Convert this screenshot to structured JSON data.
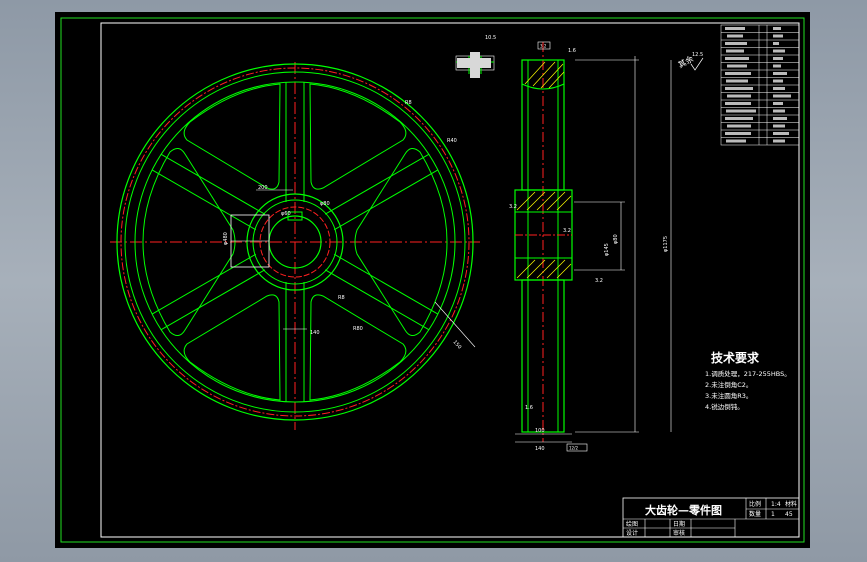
{
  "title_block": {
    "drawing_title": "大齿轮—零件图",
    "scale_label": "比例",
    "scale_value": "1:4",
    "quantity_label": "数量",
    "quantity_value": "1",
    "material_label": "材料",
    "material_value": "45",
    "drawn_label": "绘图",
    "design_label": "设计",
    "date_label": "日期",
    "review_label": "审核"
  },
  "technical_requirements": {
    "heading": "技术要求",
    "items": [
      "1.调质处理，217-255HBS。",
      "2.未注倒角C2。",
      "3.未注圆角R3。",
      "4.锐边倒钝。"
    ]
  },
  "side_view": {
    "roughness_rest": "其余",
    "roughness_value": "12.5"
  },
  "colors": {
    "outline": "#00ff00",
    "centerline": "#ff2020",
    "dimension": "#ffffff",
    "hatch": "#ffff00",
    "background": "#000000",
    "frame": "#22e022"
  }
}
